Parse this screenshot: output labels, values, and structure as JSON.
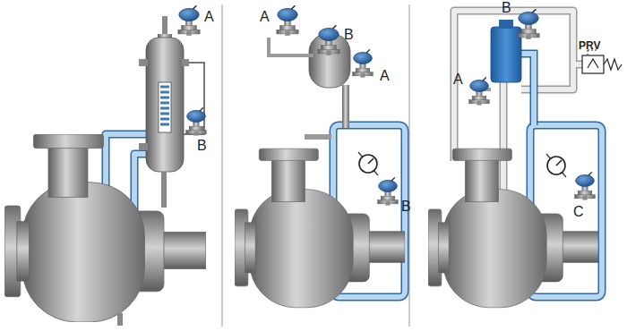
{
  "diagram": {
    "labels": [
      "A",
      "B",
      "A",
      "B",
      "A",
      "B",
      "B",
      "A",
      "PRV",
      "C"
    ]
  }
}
